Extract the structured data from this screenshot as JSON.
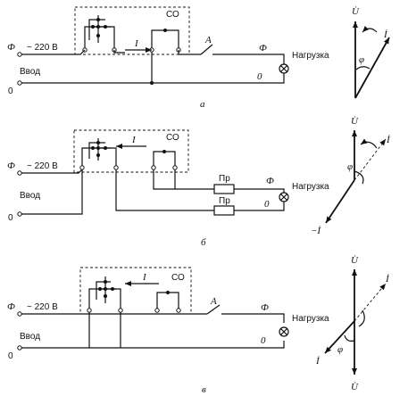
{
  "labels": {
    "phase": "Ф",
    "voltage": "~ 220 В",
    "input": "Ввод",
    "zero": "0",
    "meter": "СО",
    "load": "Нагрузка",
    "switch": "A",
    "current": "I",
    "fuse": "Пр",
    "out_phase": "Ф",
    "out_zero": "0"
  },
  "vectors": {
    "u_dot": "U̇",
    "i_dot": "İ",
    "minus_i_dot": "−İ",
    "phi": "φ"
  },
  "captions": [
    "а",
    "б",
    "в"
  ]
}
